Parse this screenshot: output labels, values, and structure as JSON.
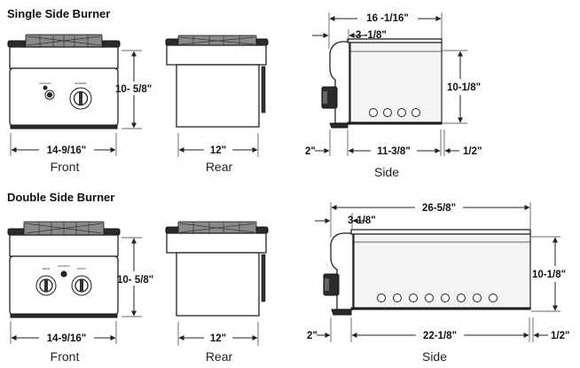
{
  "single": {
    "title": "Single Side Burner",
    "front": {
      "caption": "Front",
      "width": "14-9/16\"",
      "height": "10- 5/8\"",
      "knob_labels": [
        "IGNITION",
        "BURNER"
      ]
    },
    "rear": {
      "caption": "Rear",
      "width": "12\""
    },
    "side": {
      "caption": "Side",
      "overall": "16 -1/16\"",
      "offset": "3 -1/8\"",
      "height": "10-1/8\"",
      "left_gap": "2\"",
      "base": "11-3/8\"",
      "right_gap": "1/2\""
    }
  },
  "double": {
    "title": "Double Side Burner",
    "front": {
      "caption": "Front",
      "width": "14-9/16\"",
      "height": "10- 5/8\"",
      "knob_labels": [
        "REAR",
        "IGNITION",
        "FRONT"
      ]
    },
    "rear": {
      "caption": "Rear",
      "width": "12\""
    },
    "side": {
      "caption": "Side",
      "overall": "26-5/8\"",
      "offset": "3-1/8\"",
      "height": "10-1/8\"",
      "left_gap": "2\"",
      "base": "22-1/8\"",
      "right_gap": "1/2\""
    }
  },
  "colors": {
    "line": "#222222",
    "grate": "#8a8a8a",
    "dark": "#2b2b2b"
  }
}
